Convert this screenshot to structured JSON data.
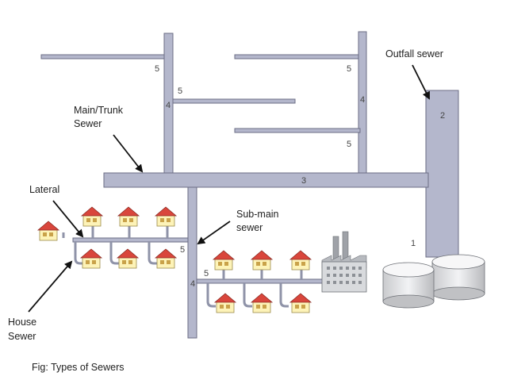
{
  "diagram": {
    "caption": "Fig: Types of Sewers",
    "labels": {
      "outfall": "Outfall sewer",
      "main_line1": "Main/Trunk",
      "main_line2": "Sewer",
      "lateral": "Lateral",
      "submain_line1": "Sub-main",
      "submain_line2": "sewer",
      "house_line1": "House",
      "house_line2": "Sewer"
    },
    "numbers": {
      "n5_top_left": "5",
      "n5_upper": "5",
      "n4_left_riser": "4",
      "n5_top_right": "5",
      "n4_right_riser": "4",
      "n5_right_lower": "5",
      "n2": "2",
      "n3": "3",
      "n1": "1",
      "n5_lateral_left": "5",
      "n5_lateral_right": "5",
      "n4_submain": "4"
    },
    "colors": {
      "pipe": "#b4b7cc",
      "house_wall": "#fdf3b8",
      "house_roof": "#d9463c",
      "tank": "#e6e7ea"
    }
  }
}
